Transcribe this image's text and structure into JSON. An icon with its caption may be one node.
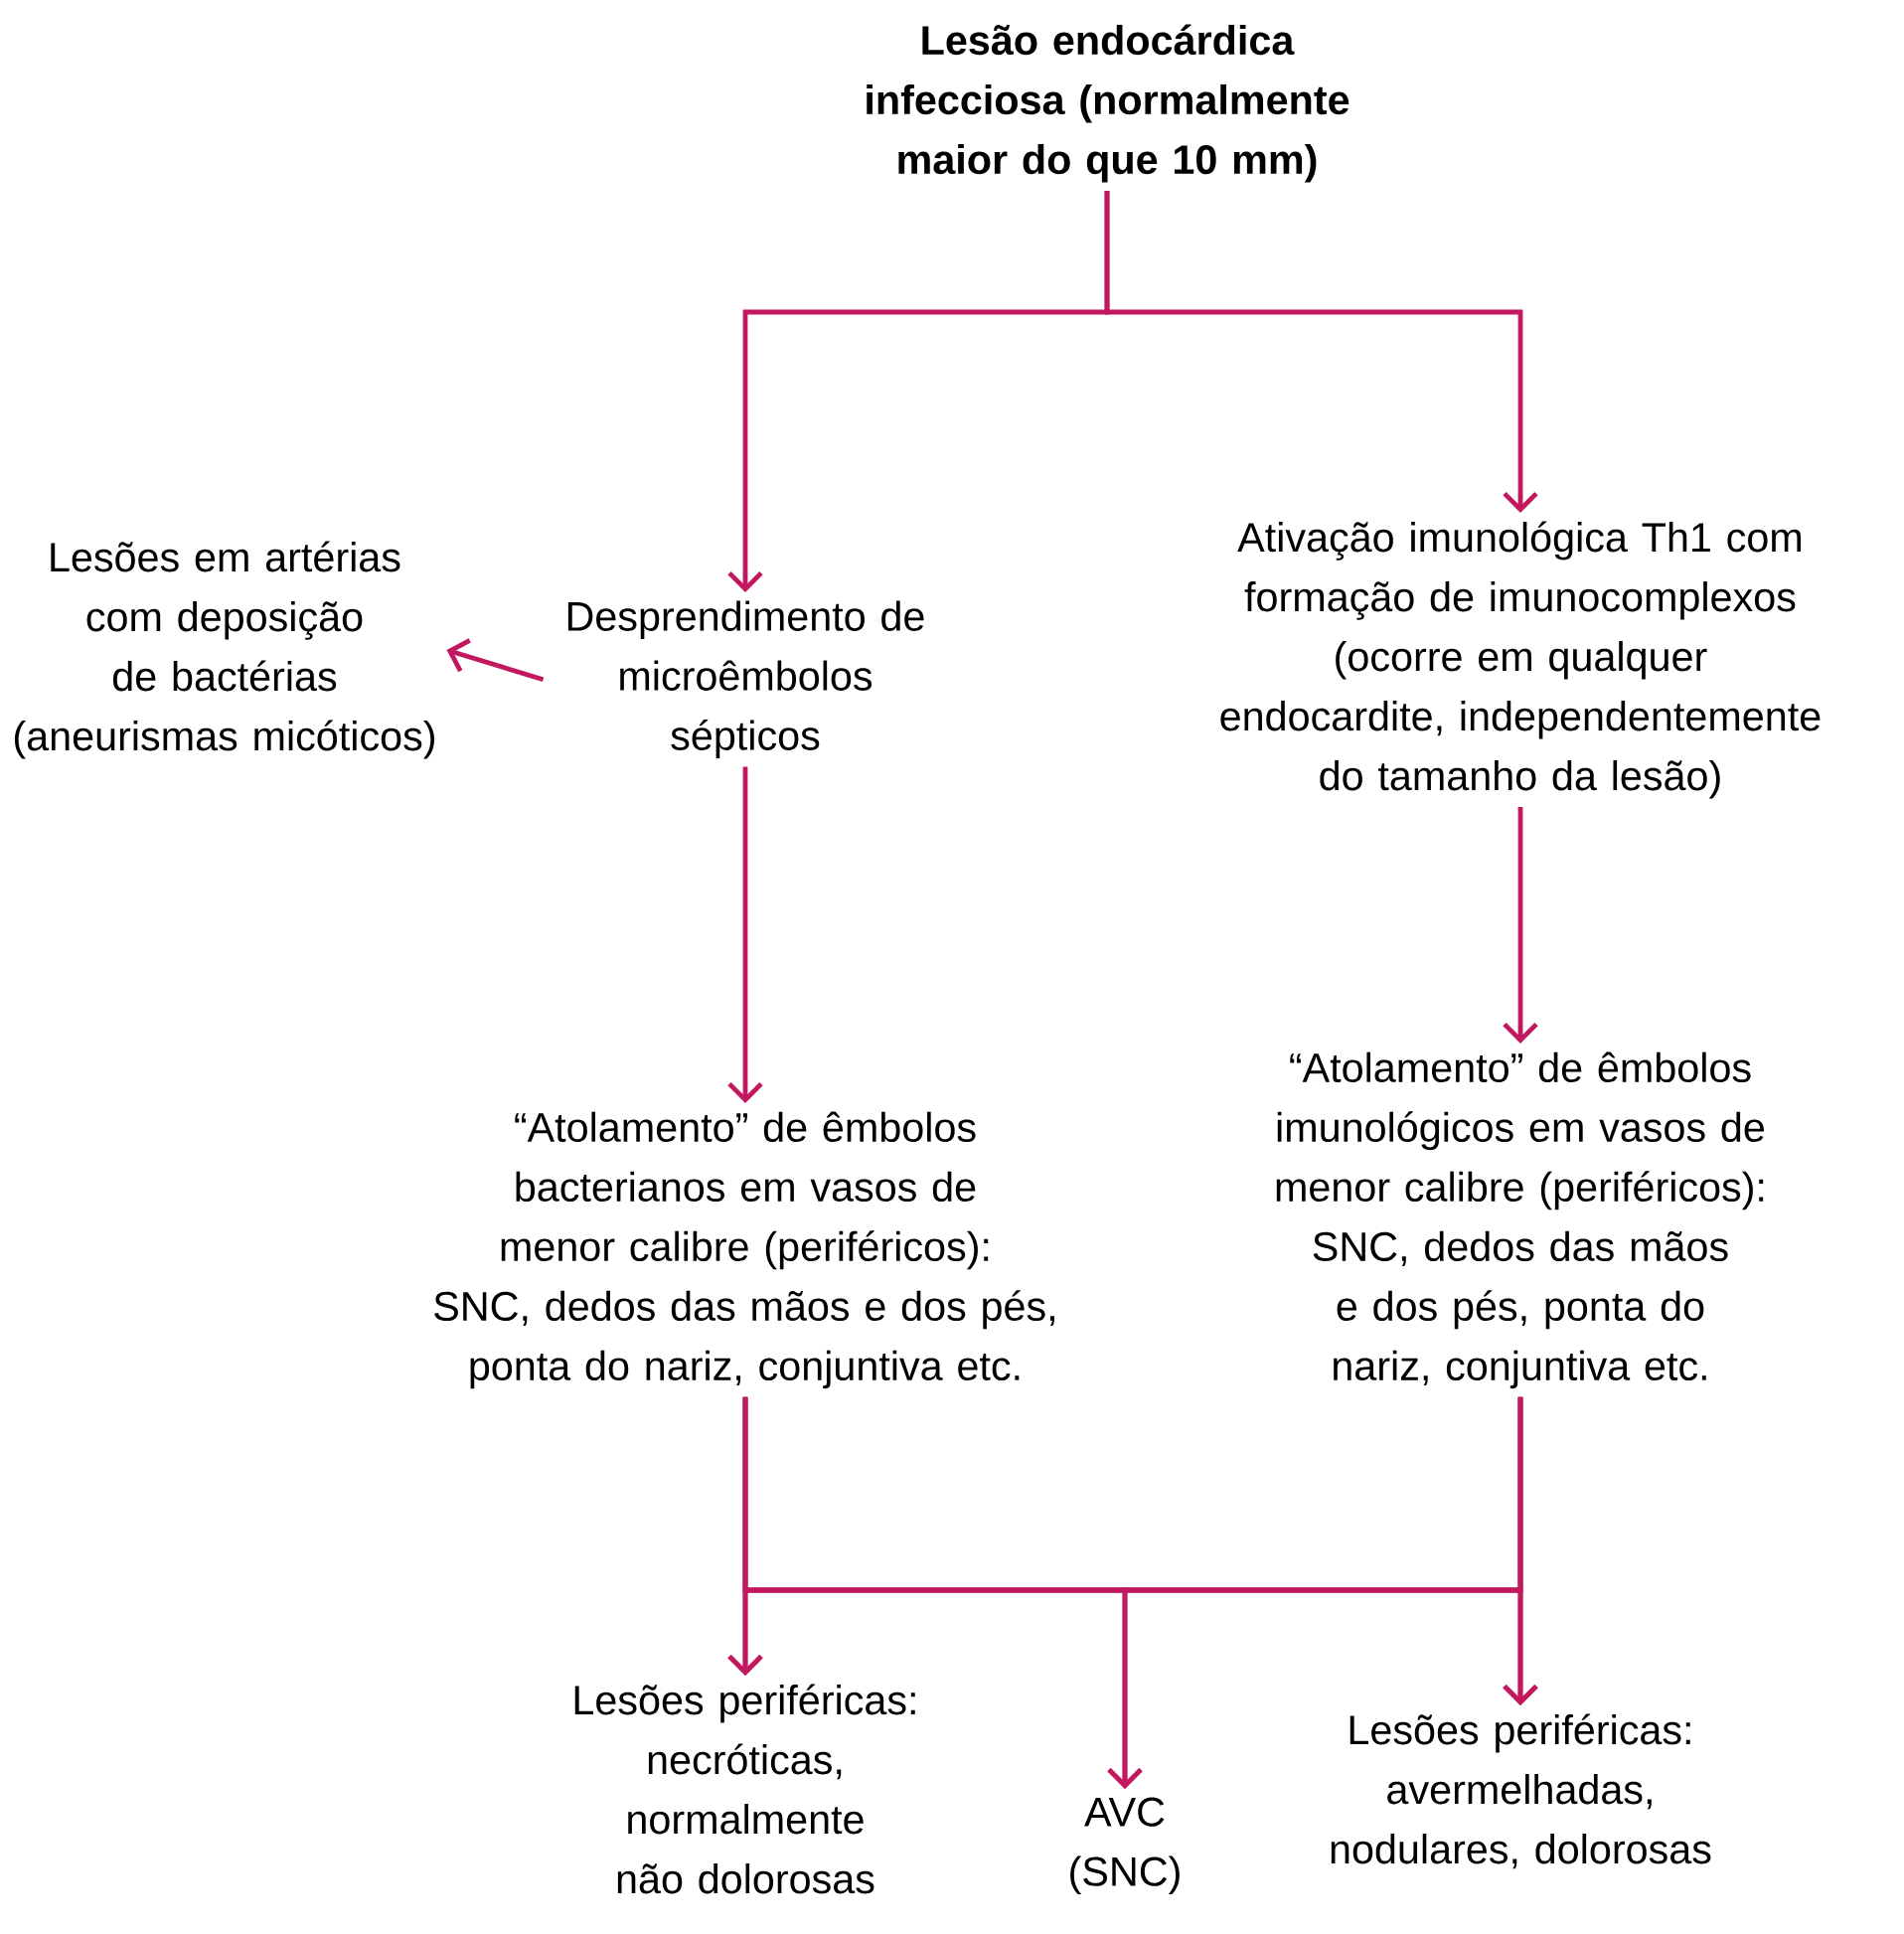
{
  "diagram": {
    "nodes": [
      {
        "text": [
          "Lesão endocárdica infecciosa (normalmente maior do que 10 mm)"
        ]
      },
      {
        "text": [
          "Desprendimento de microêmbolos sépticos"
        ]
      },
      {
        "text": [
          "Ativação imunológica Th1 com formação de imunocomplexos (ocorre em qualquer endocardite, independentemente do tamanho da lesão)"
        ]
      },
      {
        "text": [
          "Lesões em artérias com deposição de bactérias (aneurismas micóticos)"
        ]
      },
      {
        "text": [
          "“Atolamento” de êmbolos bacterianos em vasos de menor calibre (periféricos): SNC, dedos das mãos e dos pés, ponta do nariz, conjuntiva etc."
        ]
      },
      {
        "text": [
          "“Atolamento” de êmbolos imunológicos em vasos de menor calibre (periféricos): SNC, dedos das mãos e dos pés, ponta do nariz, conjuntiva etc."
        ]
      },
      {
        "text": [
          "Lesões periféricas: necróticas, normalmente não dolorosas"
        ]
      },
      {
        "text": [
          "AVC (SNC)"
        ]
      },
      {
        "text": [
          "Lesões periféricas: avermelhadas, nodulares, dolorosas"
        ]
      }
    ],
    "edges": [
      {
        "from": 0,
        "to": 1,
        "arrow": "to"
      },
      {
        "from": 0,
        "to": 2,
        "arrow": "to"
      },
      {
        "from": 1,
        "to": 3,
        "arrow": "to"
      },
      {
        "from": 1,
        "to": 4,
        "arrow": "to"
      },
      {
        "from": 2,
        "to": 5,
        "arrow": "to"
      },
      {
        "from": 4,
        "to": 6,
        "arrow": "to"
      },
      {
        "from": 4,
        "to": 7,
        "arrow": "to"
      },
      {
        "from": 4,
        "to": 8,
        "arrow": "to"
      },
      {
        "from": 5,
        "to": 6,
        "arrow": "to"
      },
      {
        "from": 5,
        "to": 7,
        "arrow": "to"
      },
      {
        "from": 5,
        "to": 8,
        "arrow": "to"
      }
    ]
  }
}
